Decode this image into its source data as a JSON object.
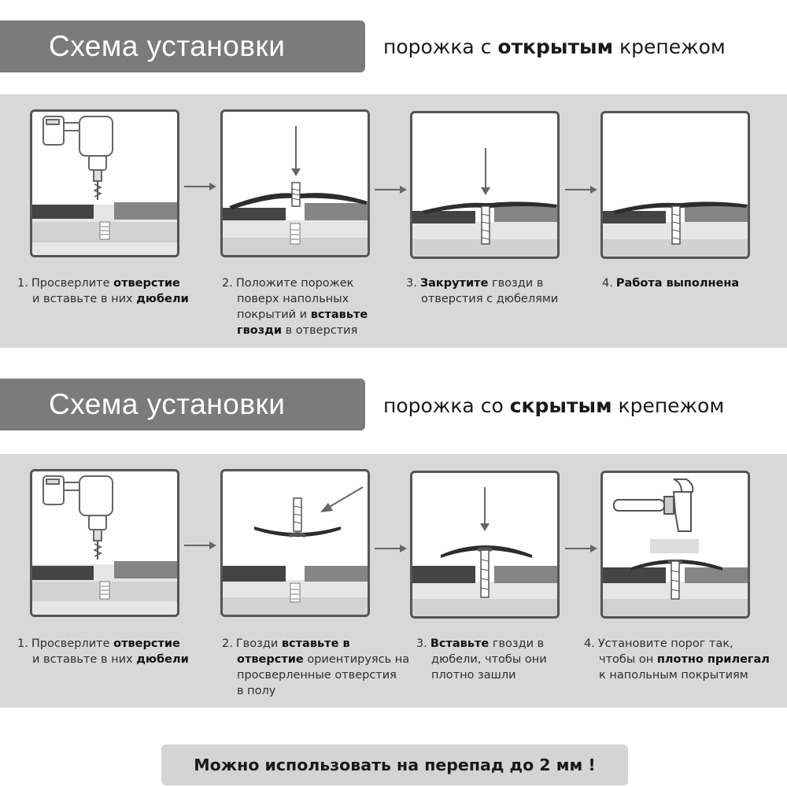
{
  "section1": {
    "title": "Схема установки",
    "subtitle": {
      "pre": "порожка с ",
      "bold": "открытым",
      "post": " крепежом"
    },
    "steps": [
      {
        "num": "1.",
        "lines": [
          [
            {
              "t": "Просверлите ",
              "b": false
            },
            {
              "t": "отверстие",
              "b": true
            }
          ],
          [
            {
              "t": "и вставьте в них ",
              "b": false
            },
            {
              "t": "дюбели",
              "b": true
            }
          ]
        ]
      },
      {
        "num": "2.",
        "lines": [
          [
            {
              "t": "Положите порожек",
              "b": false
            }
          ],
          [
            {
              "t": "поверх напольных",
              "b": false
            }
          ],
          [
            {
              "t": "покрытий и ",
              "b": false
            },
            {
              "t": "вставьте",
              "b": true
            }
          ],
          [
            {
              "t": "гвозди",
              "b": true
            },
            {
              "t": " в отверстия",
              "b": false
            }
          ]
        ]
      },
      {
        "num": "3.",
        "lines": [
          [
            {
              "t": "Закрутите",
              "b": true
            },
            {
              "t": " гвозди в",
              "b": false
            }
          ],
          [
            {
              "t": "отверстия с дюбелями",
              "b": false
            }
          ]
        ]
      },
      {
        "num": "4.",
        "lines": [
          [
            {
              "t": "Работа выполнена",
              "b": true
            }
          ]
        ]
      }
    ]
  },
  "section2": {
    "title": "Схема установки",
    "subtitle": {
      "pre": "порожка со ",
      "bold": "скрытым",
      "post": " крепежом"
    },
    "steps": [
      {
        "num": "1.",
        "lines": [
          [
            {
              "t": "Просверлите ",
              "b": false
            },
            {
              "t": "отверстие",
              "b": true
            }
          ],
          [
            {
              "t": "и вставьте в них ",
              "b": false
            },
            {
              "t": "дюбели",
              "b": true
            }
          ]
        ]
      },
      {
        "num": "2.",
        "lines": [
          [
            {
              "t": "Гвозди ",
              "b": false
            },
            {
              "t": "вставьте в",
              "b": true
            }
          ],
          [
            {
              "t": "отверстие",
              "b": true
            },
            {
              "t": " ориентируясь на",
              "b": false
            }
          ],
          [
            {
              "t": "просверленные отверстия",
              "b": false
            }
          ],
          [
            {
              "t": "в полу",
              "b": false
            }
          ]
        ]
      },
      {
        "num": "3.",
        "lines": [
          [
            {
              "t": "Вставьте",
              "b": true
            },
            {
              "t": " гвозди в",
              "b": false
            }
          ],
          [
            {
              "t": "дюбели, чтобы они",
              "b": false
            }
          ],
          [
            {
              "t": "плотно зашли",
              "b": false
            }
          ]
        ]
      },
      {
        "num": "4.",
        "lines": [
          [
            {
              "t": "Установите порог так,",
              "b": false
            }
          ],
          [
            {
              "t": "чтобы он ",
              "b": false
            },
            {
              "t": "плотно прилегал",
              "b": true
            }
          ],
          [
            {
              "t": "к напольным покрытиям",
              "b": false
            }
          ]
        ]
      }
    ]
  },
  "note": "Можно использовать на перепад до 2 мм !",
  "colors": {
    "title_bg": "#7b7b7b",
    "band_bg": "#d8d8d8",
    "panel_border": "#555555",
    "note_bg": "#d4d4d4"
  },
  "icons": [
    "drill-icon",
    "screw-icon",
    "arrow-right-icon",
    "hammer-icon",
    "threshold-profile-icon"
  ]
}
